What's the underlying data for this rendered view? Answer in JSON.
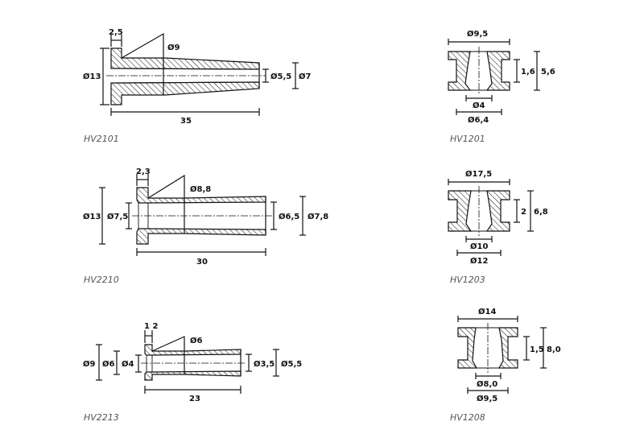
{
  "parts": [
    {
      "id": "HV2101",
      "caption": "HV2101",
      "labels": {
        "flange_thickness": "2,5",
        "cone_diameter": "Ø9",
        "flange_diameter": "Ø13",
        "bore_diameter": "Ø5,5",
        "outer_diameter": "Ø7",
        "length": "35"
      }
    },
    {
      "id": "HV2210",
      "caption": "HV2210",
      "labels": {
        "flange_thickness": "2,3",
        "cone_diameter": "Ø8,8",
        "flange_diameter": "Ø13",
        "inner_flange_diameter": "Ø7,5",
        "bore_diameter": "Ø6,5",
        "outer_diameter": "Ø7,8",
        "length": "30"
      }
    },
    {
      "id": "HV2213",
      "caption": "HV2213",
      "labels": {
        "flange_thickness": "1 2",
        "cone_diameter": "Ø6",
        "flange_diameter": "Ø9",
        "mid_diameter": "Ø6",
        "inner_flange_diameter": "Ø4",
        "bore_diameter": "Ø3,5",
        "outer_diameter": "Ø5,5",
        "length": "23"
      }
    },
    {
      "id": "HV1201",
      "caption": "HV1201",
      "labels": {
        "outer_diameter": "Ø9,5",
        "groove_width": "1,6",
        "height": "5,6",
        "hole_diameter": "Ø4",
        "groove_diameter": "Ø6,4"
      }
    },
    {
      "id": "HV1203",
      "caption": "HV1203",
      "labels": {
        "outer_diameter": "Ø17,5",
        "groove_width": "2",
        "height": "6,8",
        "hole_diameter": "Ø10",
        "groove_diameter": "Ø12"
      }
    },
    {
      "id": "HV1208",
      "caption": "HV1208",
      "labels": {
        "outer_diameter": "Ø14",
        "groove_width": "1,5",
        "height": "8,0",
        "hole_diameter": "Ø8,0",
        "groove_diameter": "Ø9,5"
      }
    }
  ]
}
